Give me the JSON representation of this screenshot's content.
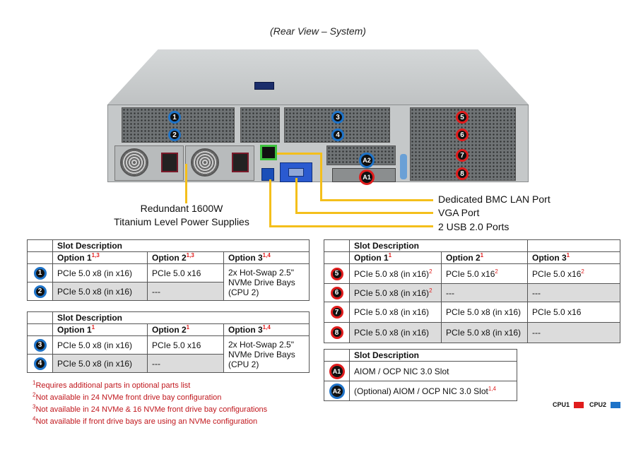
{
  "title": "(Rear View – System)",
  "callouts": {
    "bmc": "Dedicated BMC LAN Port",
    "vga": "VGA Port",
    "usb": "2 USB 2.0 Ports",
    "psu_line1": "Redundant  1600W",
    "psu_line2": "Titanium  Level Power Supplies"
  },
  "diagram_badges": [
    "1",
    "2",
    "3",
    "4",
    "5",
    "6",
    "7",
    "8",
    "A1",
    "A2"
  ],
  "header_slot_description": "Slot Description",
  "table1": {
    "options": [
      {
        "label": "Option 1",
        "sup": "1,3"
      },
      {
        "label": "Option 2",
        "sup": "1,3"
      },
      {
        "label": "Option 3",
        "sup": "1,4"
      }
    ],
    "rows": [
      {
        "badge": "1",
        "c1": "PCIe 5.0 x8 (in x16)",
        "c2": "PCIe 5.0 x16"
      },
      {
        "badge": "2",
        "c1": "PCIe 5.0 x8 (in x16)",
        "c2": "---"
      }
    ],
    "merged": "2x Hot-Swap 2.5\" NVMe Drive Bays (CPU 2)"
  },
  "table2": {
    "options": [
      {
        "label": "Option 1",
        "sup": "1"
      },
      {
        "label": "Option 2",
        "sup": "1"
      },
      {
        "label": "Option 3",
        "sup": "1,4"
      }
    ],
    "rows": [
      {
        "badge": "3",
        "c1": "PCIe 5.0 x8 (in x16)",
        "c2": "PCIe 5.0 x16"
      },
      {
        "badge": "4",
        "c1": "PCIe 5.0 x8 (in x16)",
        "c2": "---"
      }
    ],
    "merged": "2x Hot-Swap 2.5\" NVMe Drive Bays (CPU 2)"
  },
  "table3": {
    "options": [
      {
        "label": "Option 1",
        "sup": "1"
      },
      {
        "label": "Option 2",
        "sup": "1"
      },
      {
        "label": "Option 3",
        "sup": "1"
      }
    ],
    "rows": [
      {
        "badge": "5",
        "c1": "PCIe 5.0 x8 (in x16)",
        "c1sup": "2",
        "c2": "PCIe 5.0 x16",
        "c2sup": "2",
        "c3": "PCIe 5.0 x16",
        "c3sup": "2"
      },
      {
        "badge": "6",
        "c1": "PCIe 5.0 x8 (in x16)",
        "c1sup": "2",
        "c2": "---",
        "c2sup": "",
        "c3": "---",
        "c3sup": ""
      },
      {
        "badge": "7",
        "c1": "PCIe 5.0 x8 (in x16)",
        "c1sup": "",
        "c2": "PCIe 5.0 x8 (in x16)",
        "c2sup": "",
        "c3": "PCIe 5.0 x16",
        "c3sup": ""
      },
      {
        "badge": "8",
        "c1": "PCIe 5.0 x8 (in x16)",
        "c1sup": "",
        "c2": "PCIe 5.0 x8 (in x16)",
        "c2sup": "",
        "c3": "---",
        "c3sup": ""
      }
    ]
  },
  "table4": {
    "rows": [
      {
        "badge": "A1",
        "text": "AIOM  / OCP NIC  3.0 Slot",
        "sup": ""
      },
      {
        "badge": "A2",
        "text": "(Optional)  AIOM  / OCP NIC  3.0 Slot",
        "sup": "1,4"
      }
    ]
  },
  "notes": [
    {
      "sup": "1",
      "text": "Requires additional parts in optional parts list"
    },
    {
      "sup": "2",
      "text": "Not available in 24 NVMe  front drive bay configuration"
    },
    {
      "sup": "3",
      "text": "Not available in 24 NVMe  & 16 NVMe  front drive bay configurations"
    },
    {
      "sup": "4",
      "text": "Not available if front drive bays are using an NVMe  configuration"
    }
  ],
  "legend": {
    "cpu1": "CPU1",
    "cpu2": "CPU2",
    "cpu1_color": "#e01c1c",
    "cpu2_color": "#1e73c8"
  }
}
